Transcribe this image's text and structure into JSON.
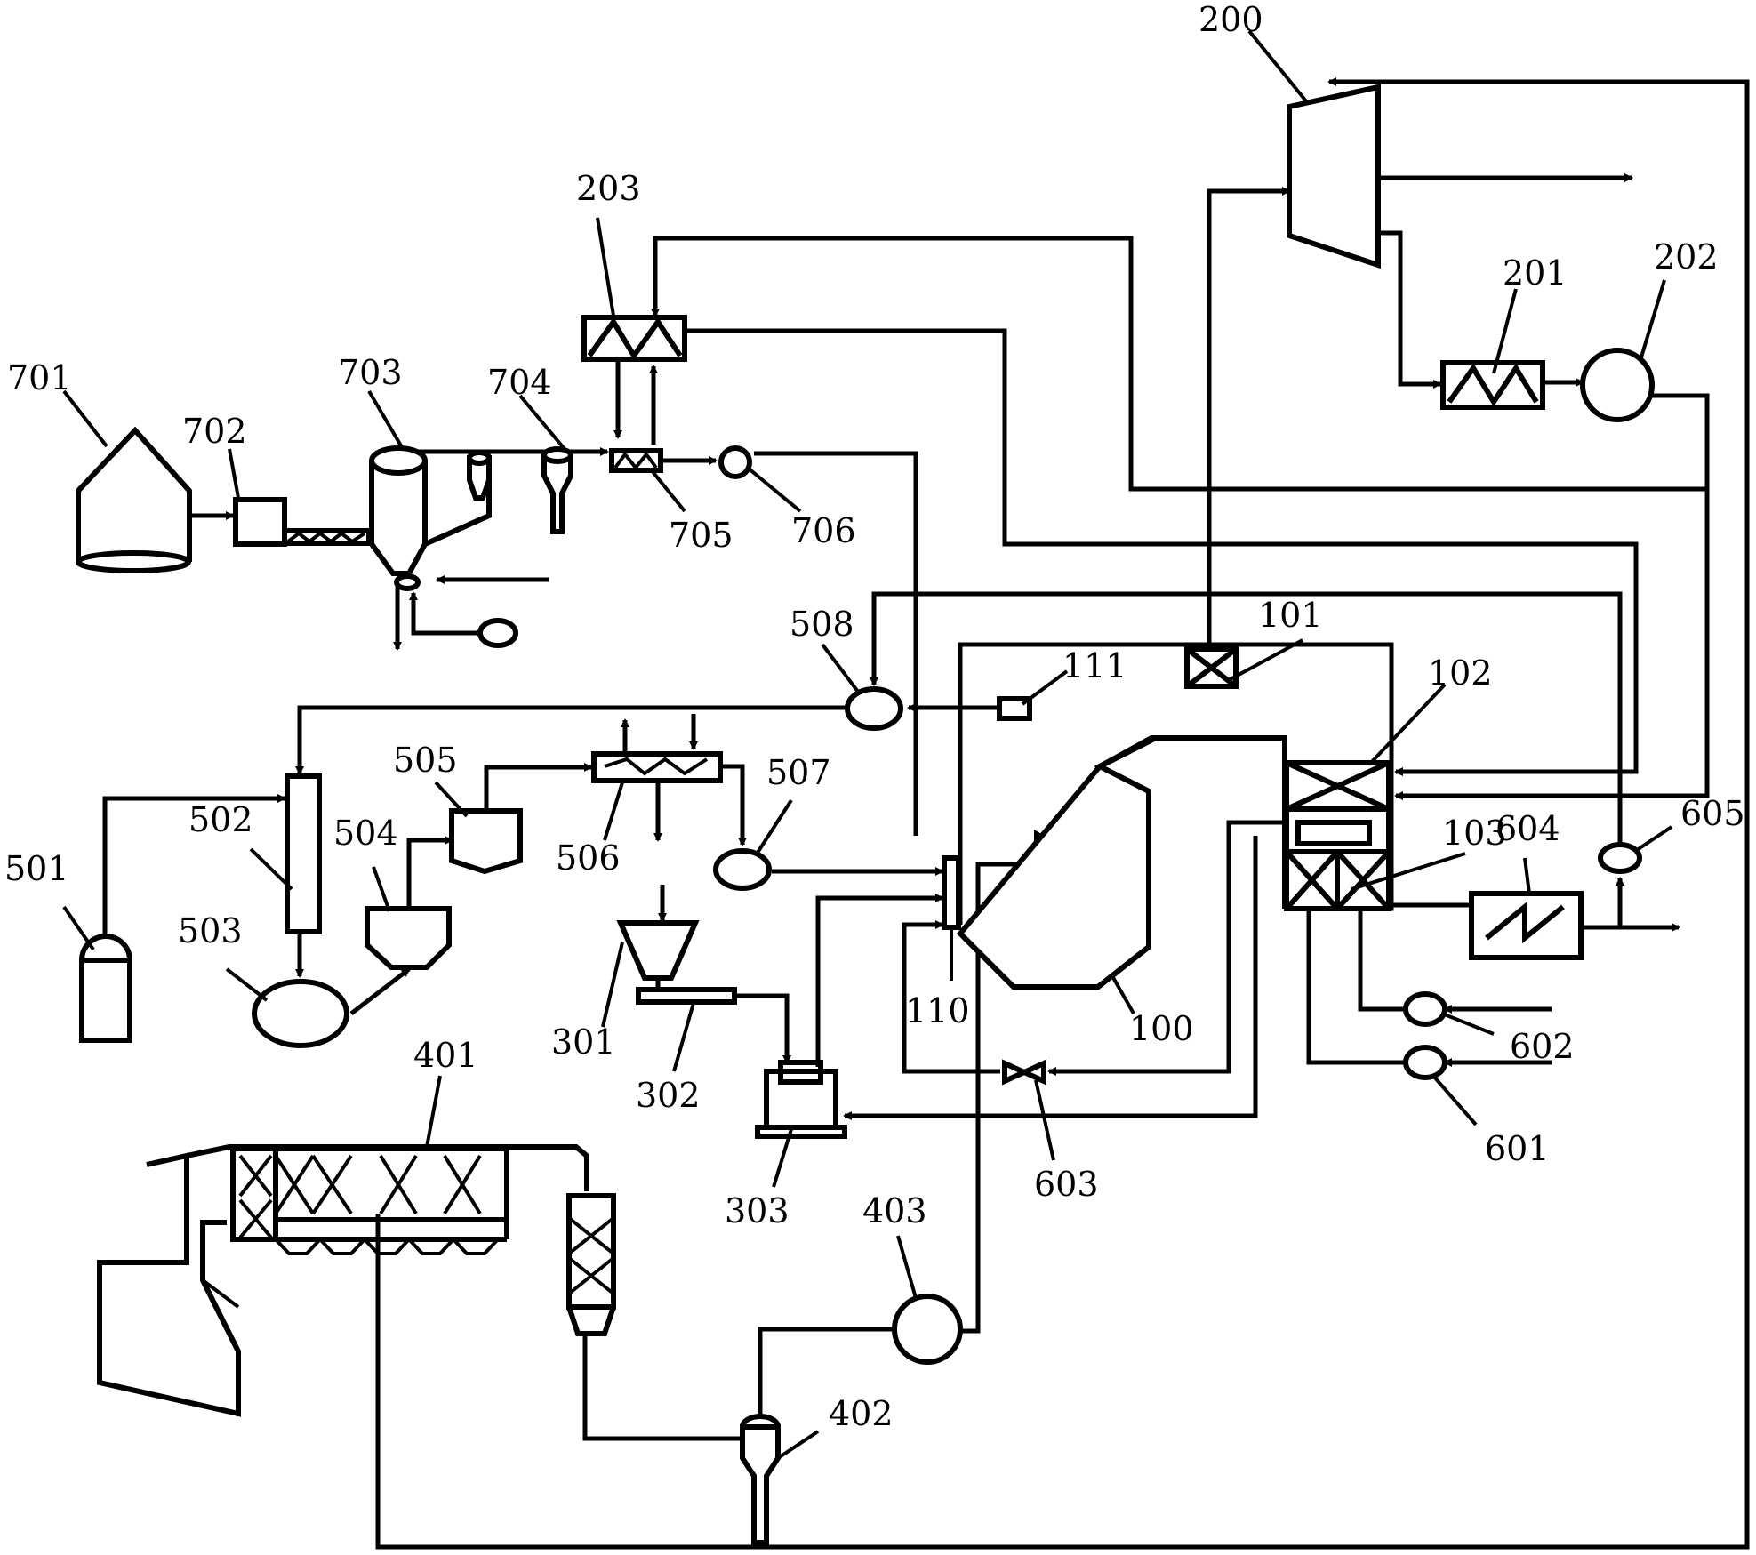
{
  "labels": {
    "l200": "200",
    "l201": "201",
    "l202": "202",
    "l203": "203",
    "l701": "701",
    "l702": "702",
    "l703": "703",
    "l704": "704",
    "l705": "705",
    "l706": "706",
    "l508": "508",
    "l101": "101",
    "l111": "111",
    "l102": "102",
    "l505": "505",
    "l507": "507",
    "l502": "502",
    "l504": "504",
    "l506": "506",
    "l605": "605",
    "l501": "501",
    "l103": "103",
    "l604": "604",
    "l503": "503",
    "l110": "110",
    "l100": "100",
    "l602": "602",
    "l301": "301",
    "l302": "302",
    "l401": "401",
    "l303": "303",
    "l603": "603",
    "l601": "601",
    "l403": "403",
    "l402": "402"
  }
}
